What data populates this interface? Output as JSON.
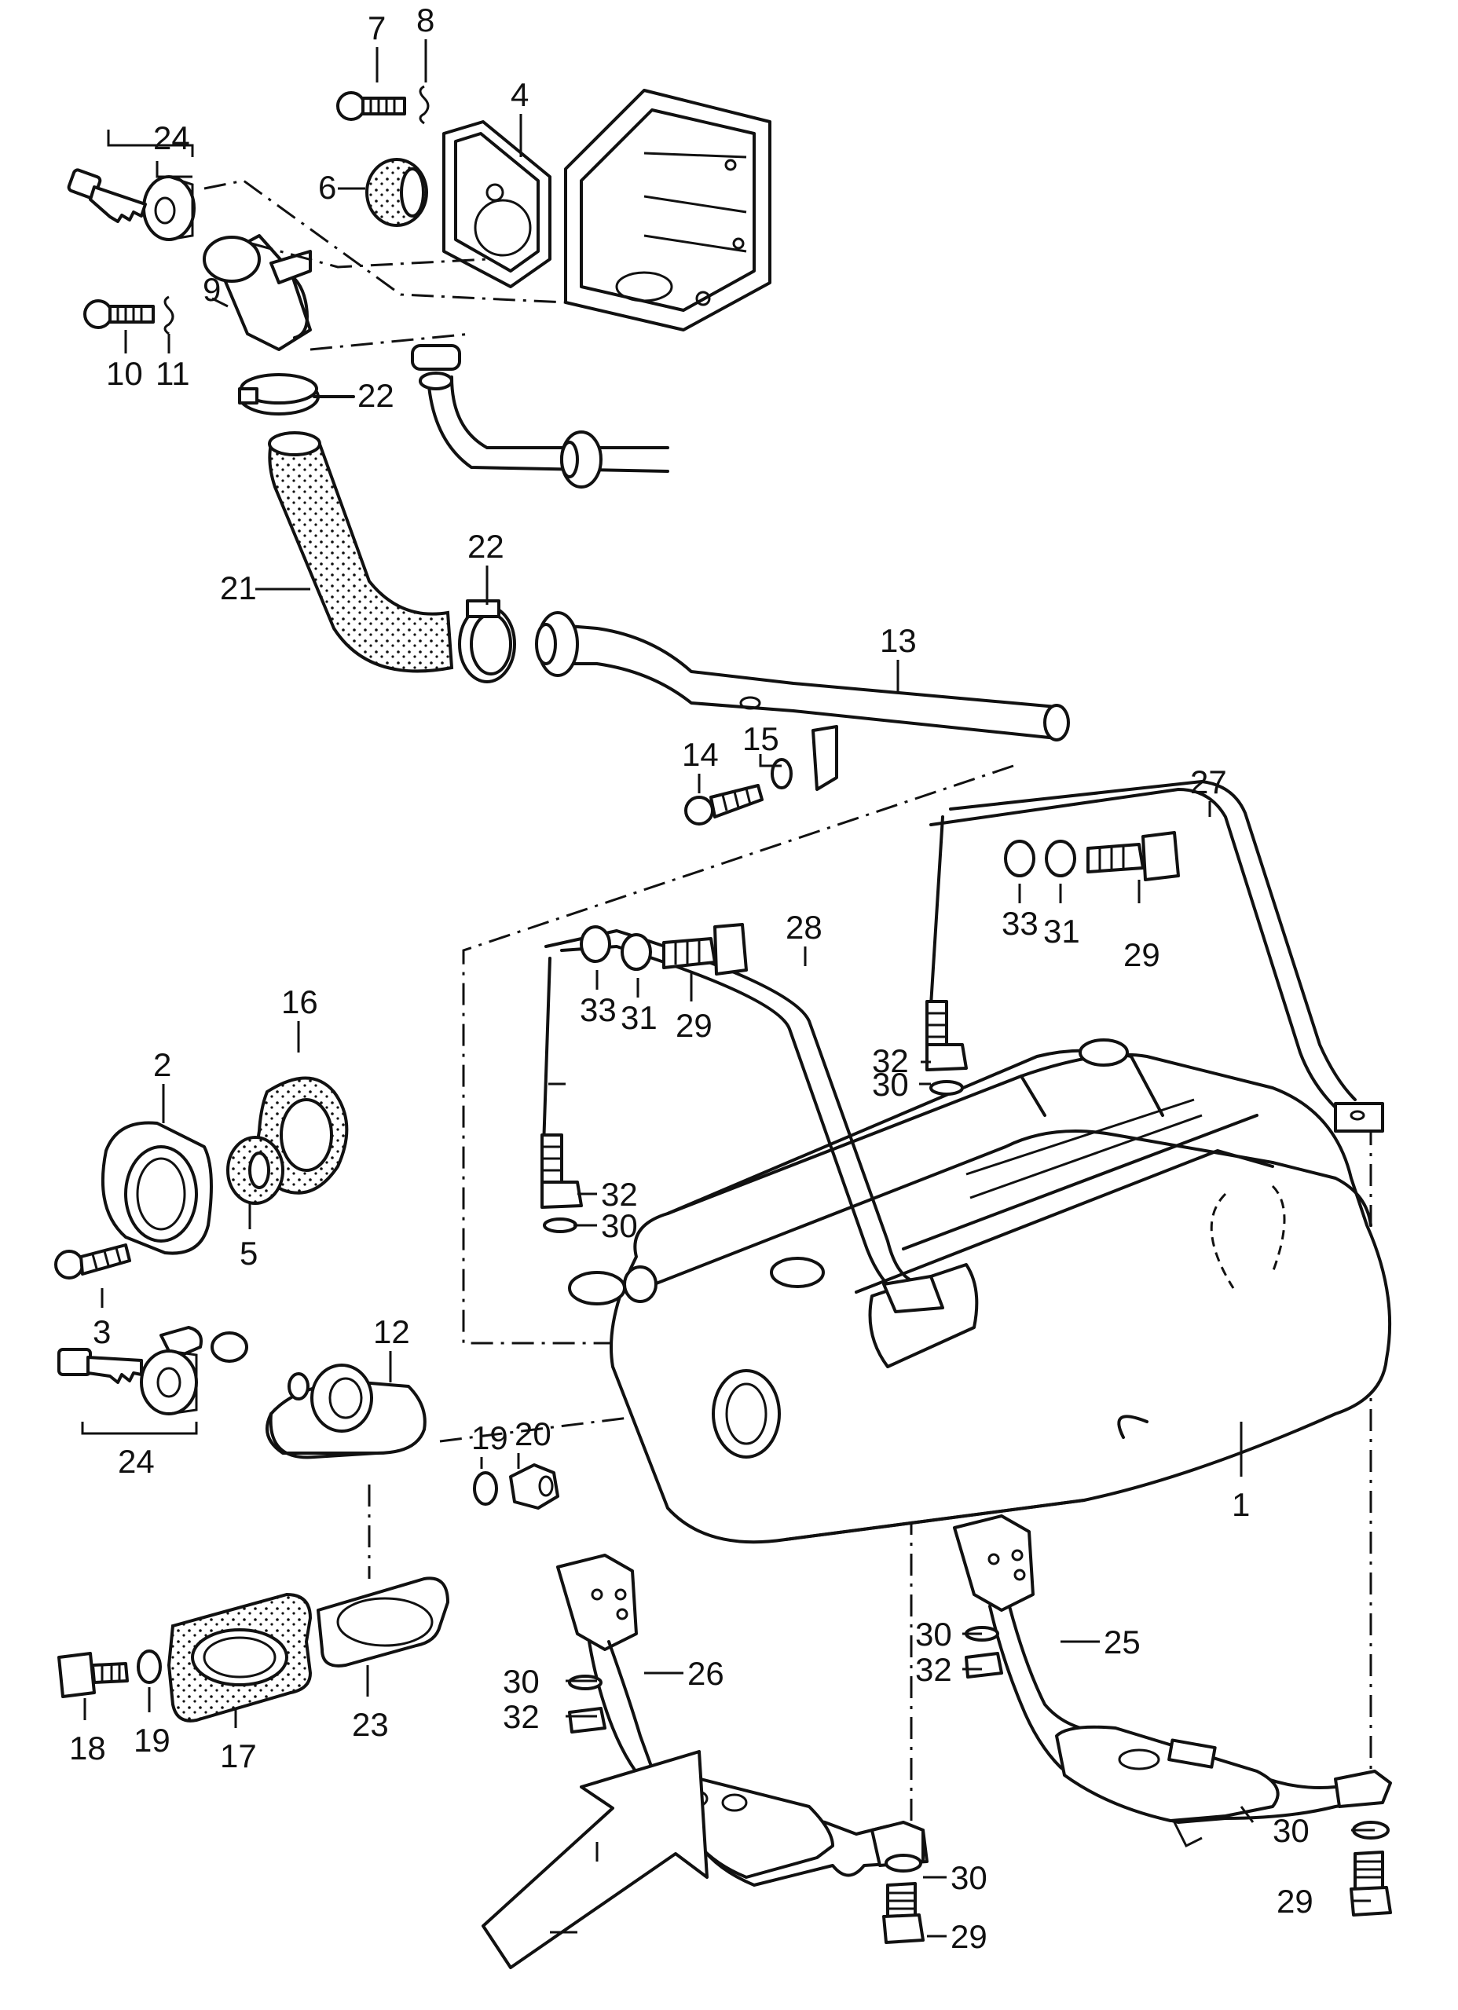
{
  "callouts": {
    "c1": "1",
    "c2": "2",
    "c3": "3",
    "c4": "4",
    "c5": "5",
    "c6": "6",
    "c7": "7",
    "c8": "8",
    "c9": "9",
    "c10": "10",
    "c11": "11",
    "c12": "12",
    "c13": "13",
    "c14": "14",
    "c15": "15",
    "c16": "16",
    "c17": "17",
    "c18": "18",
    "c19a": "19",
    "c19b": "19",
    "c20": "20",
    "c21": "21",
    "c22a": "22",
    "c22b": "22",
    "c23": "23",
    "c24a": "24",
    "c24b": "24",
    "c25": "25",
    "c26": "26",
    "c27": "27",
    "c28": "28",
    "c29a": "29",
    "c29b": "29",
    "c29c": "29",
    "c29d": "29",
    "c30a": "30",
    "c30b": "30",
    "c30c": "30",
    "c30d": "30",
    "c30e": "30",
    "c30f": "30",
    "c31a": "31",
    "c31b": "31",
    "c32a": "32",
    "c32b": "32",
    "c32c": "32",
    "c32d": "32",
    "c33a": "33",
    "c33b": "33"
  }
}
